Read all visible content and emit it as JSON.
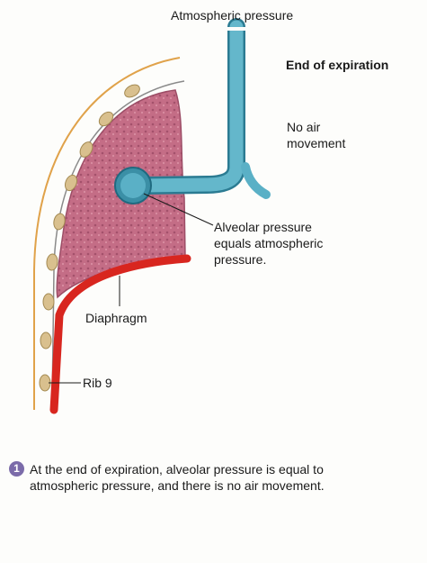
{
  "labels": {
    "atmospheric_pressure": "Atmospheric pressure",
    "title": "End of expiration",
    "no_air_movement": "No air movement",
    "alveolar_pressure": "Alveolar pressure equals atmospheric pressure.",
    "diaphragm": "Diaphragm",
    "rib": "Rib 9"
  },
  "caption": {
    "step_number": "1",
    "text": "At the end of expiration, alveolar pressure is equal to atmospheric pressure, and there is no air movement."
  },
  "colors": {
    "lung": "#c06a82",
    "airway": "#5ab0c6",
    "airway_edge": "#2b7b92",
    "diaphragm": "#d8261f",
    "rib": "#d9c08e",
    "chest_wall": "#e0a24a",
    "step_badge": "#7b6ba9"
  }
}
